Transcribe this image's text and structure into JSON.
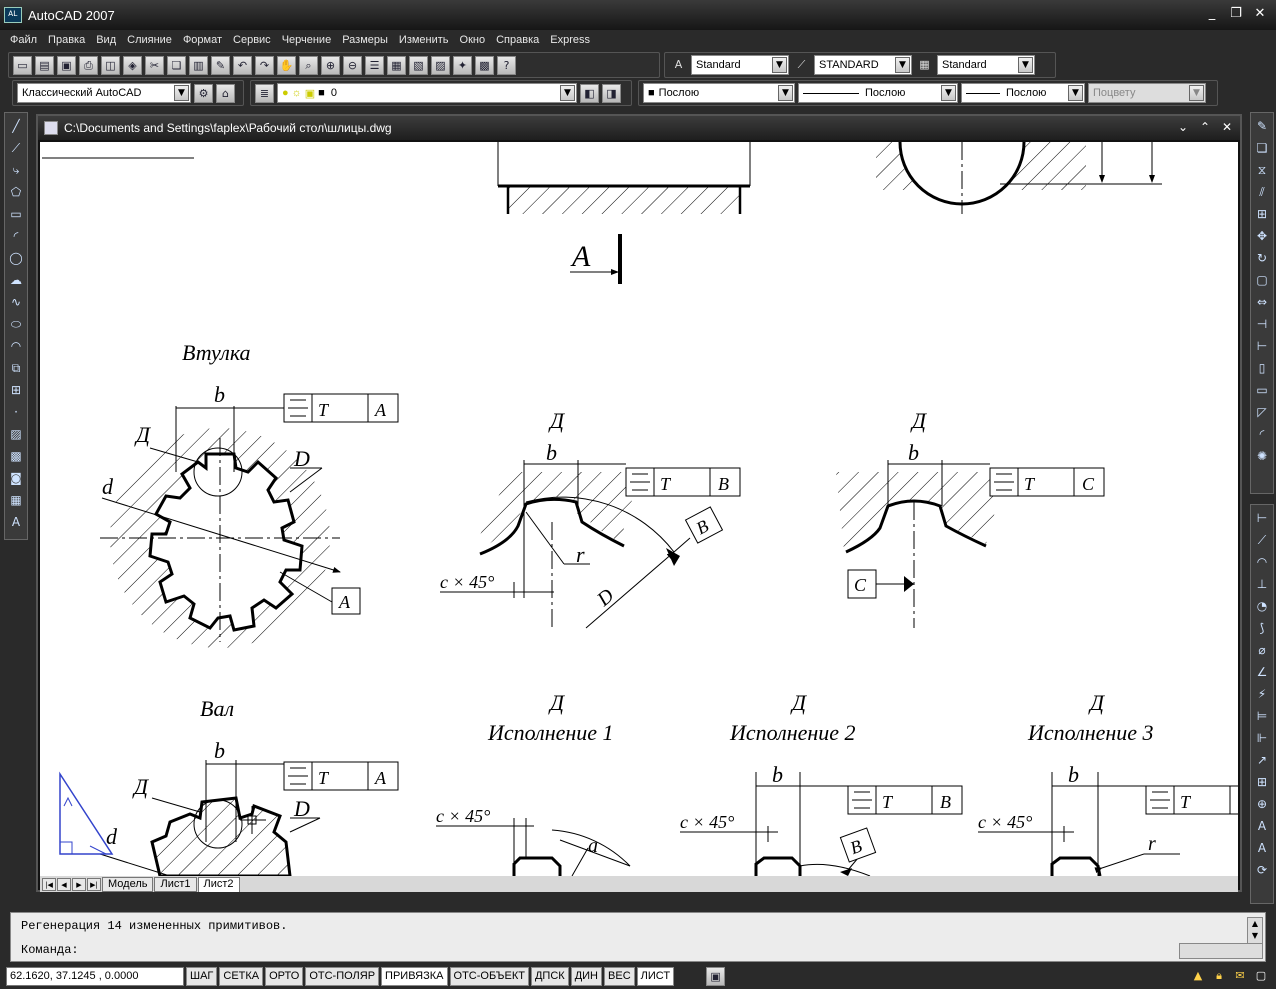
{
  "app": {
    "title": "AutoCAD 2007",
    "icon_text": "AL"
  },
  "window_buttons": [
    "_",
    "❐",
    "✕"
  ],
  "menu": [
    "Файл",
    "Правка",
    "Вид",
    "Слияние",
    "Формат",
    "Сервис",
    "Черчение",
    "Размеры",
    "Изменить",
    "Окно",
    "Справка",
    "Express"
  ],
  "toolbar_styles": {
    "text_style": "Standard",
    "dim_style": "STANDARD",
    "table_style": "Standard"
  },
  "toolbar_layers": {
    "workspace": "Классический AutoCAD",
    "layer": "0",
    "color": "Послою",
    "linetype": "Послою",
    "lineweight": "Послою",
    "plotstyle": "Поцвету"
  },
  "document": {
    "title": "C:\\Documents and Settings\\faplex\\Рабочий стол\\шлицы.dwg"
  },
  "layout_tabs": [
    "Модель",
    "Лист1",
    "Лист2"
  ],
  "active_tab": "Лист2",
  "command_line": {
    "history": "Регенерация 14 измененных примитивов.",
    "prompt": "Команда:"
  },
  "status": {
    "coords": "62.1620, 37.1245 , 0.0000",
    "toggles": [
      "ШАГ",
      "СЕТКА",
      "ОРТО",
      "ОТС-ПОЛЯР",
      "ПРИВЯЗКА",
      "ОТС-ОБЪЕКТ",
      "ДПСК",
      "ДИН",
      "ВЕС",
      "ЛИСТ"
    ],
    "on": [
      "ПРИВЯЗКА",
      "ЛИСТ"
    ]
  },
  "drawing": {
    "section_label": "А",
    "vtulka": "Втулка",
    "val": "Вал",
    "detail": "Д",
    "exec1": "Исполнение 1",
    "exec2": "Исполнение 2",
    "exec3": "Исполнение 3",
    "b": "b",
    "d_small": "d",
    "D_big": "D",
    "r": "r",
    "T": "T",
    "a": "a",
    "chamfer": "c × 45°",
    "datum_A": "A",
    "datum_B": "B",
    "datum_C": "C"
  }
}
